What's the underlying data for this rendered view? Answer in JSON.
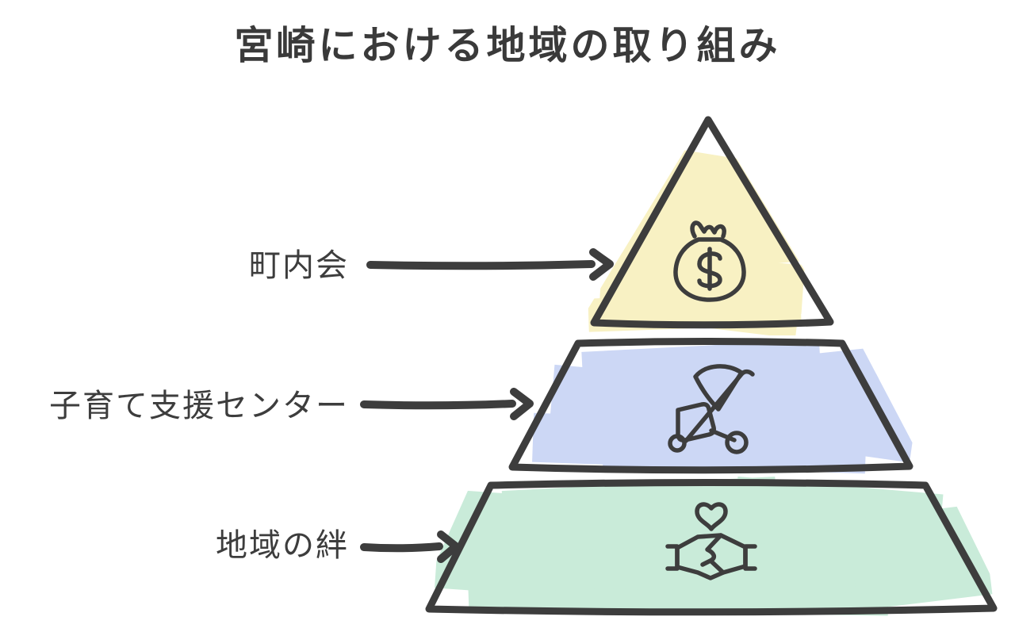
{
  "title": "宮崎における地域の取り組み",
  "pyramid": {
    "tiers": [
      {
        "label": "町内会",
        "icon": "money-bag-icon",
        "fill": "#f8f1c3",
        "position": "top"
      },
      {
        "label": "子育て支援センター",
        "icon": "stroller-icon",
        "fill": "#ccd7f5",
        "position": "middle"
      },
      {
        "label": "地域の絆",
        "icon": "handshake-heart-icon",
        "fill": "#c9ebd9",
        "position": "bottom"
      }
    ]
  },
  "colors": {
    "outline": "#3d3d3d",
    "text": "#3d3d3d",
    "background": "#ffffff",
    "tier_top_fill": "#f8f1c3",
    "tier_middle_fill": "#ccd7f5",
    "tier_bottom_fill": "#c9ebd9"
  }
}
